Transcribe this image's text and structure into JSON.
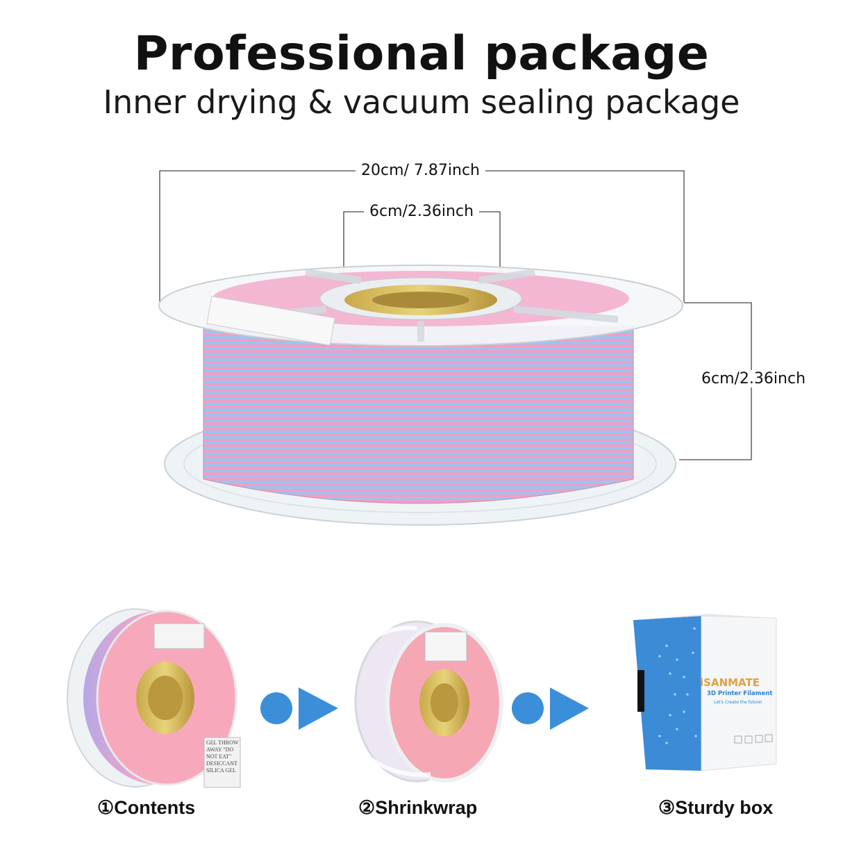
{
  "header": {
    "title": "Professional package",
    "subtitle": "Inner drying & vacuum sealing package"
  },
  "dimensions": {
    "spool_diameter": "20cm/ 7.87inch",
    "hub_diameter": "6cm/2.36inch",
    "spool_width": "6cm/2.36inch"
  },
  "steps": [
    {
      "label": "①Contents"
    },
    {
      "label": "②Shrinkwrap"
    },
    {
      "label": "③Sturdy box"
    }
  ],
  "desiccant": {
    "text": "GEL THROW AWAY \"DO NOT EAT\" DESICCANT SILICA GEL"
  },
  "box": {
    "brand": "iSANMATE",
    "product": "3D Printer Filament",
    "slogan": "Let's Create the future!"
  },
  "colors": {
    "arrow": "#3a8fd8",
    "filament_pink": "#ef9fc6",
    "filament_blue": "#9fc3ee",
    "box_blue": "#3b8bd6"
  }
}
